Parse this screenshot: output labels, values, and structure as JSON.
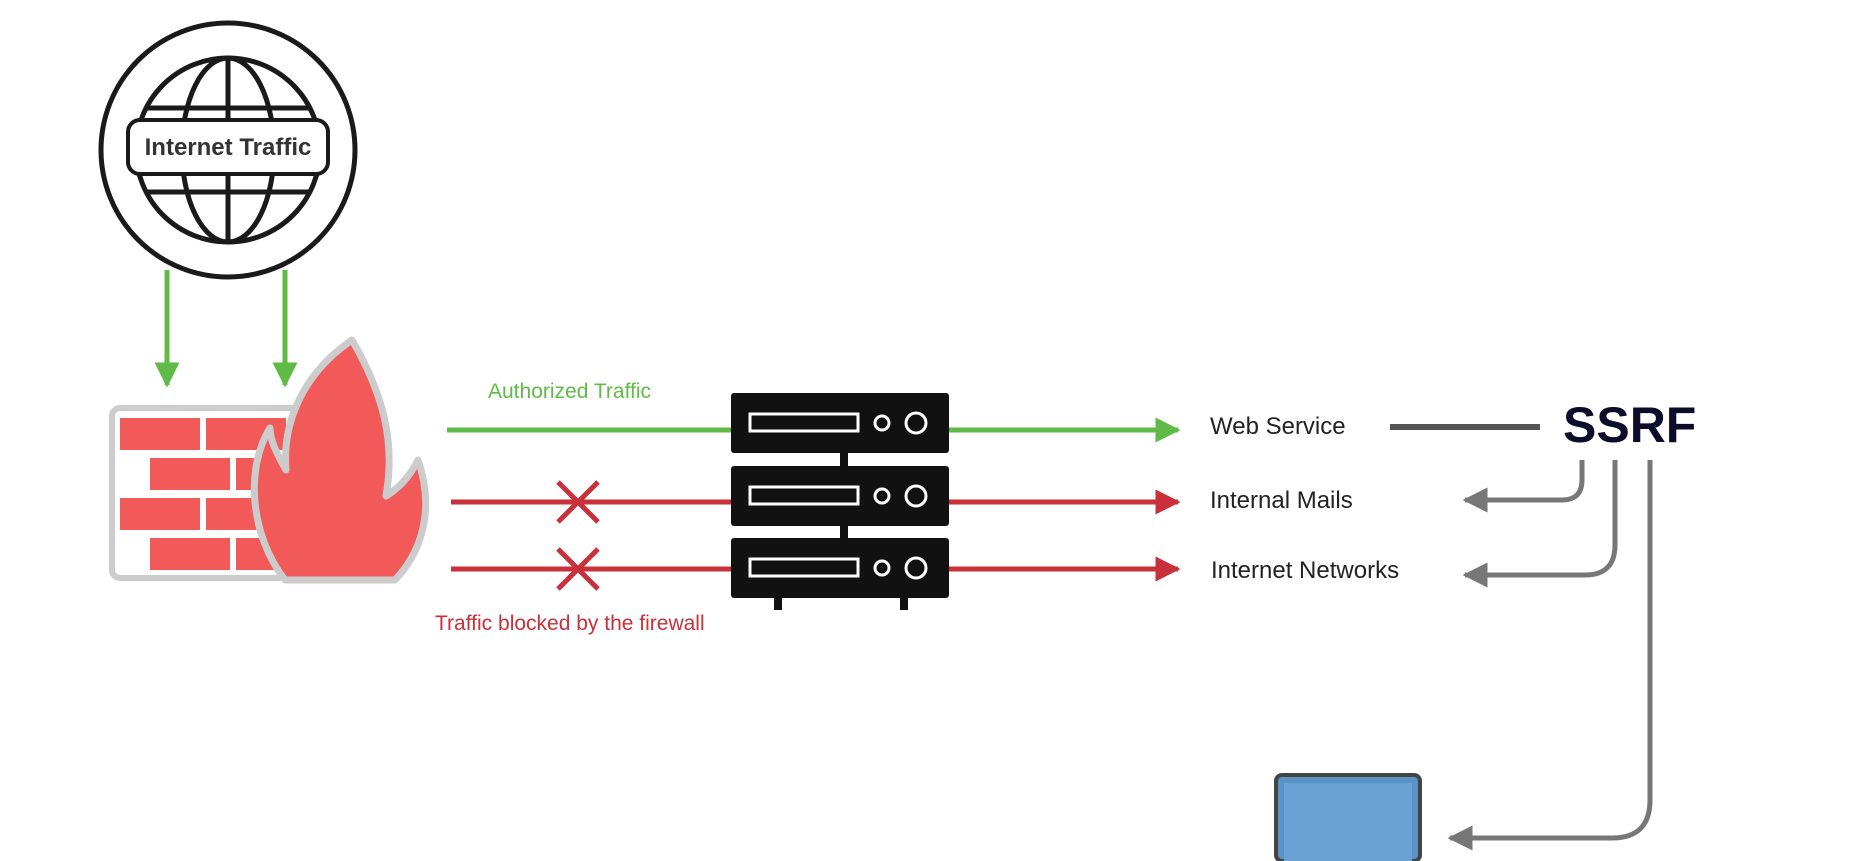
{
  "globe": {
    "label": "Internet Traffic",
    "icon": "globe-icon"
  },
  "firewall": {
    "icon": "firewall-icon"
  },
  "server": {
    "icon": "server-rack-icon"
  },
  "labels": {
    "authorized": "Authorized Traffic",
    "blocked": "Traffic blocked by the firewall"
  },
  "destinations": [
    {
      "label": "Web Service"
    },
    {
      "label": "Internal Mails"
    },
    {
      "label": "Internet Networks"
    }
  ],
  "ssrf": {
    "label": "SSRF"
  },
  "laptop": {
    "icon": "laptop-icon"
  },
  "colors": {
    "allowed": "#5fbb46",
    "blocked": "#c8303a",
    "ssrf_path": "#777777",
    "firewall_brick": "#f25a5a",
    "server": "#111111",
    "laptop_screen": "#5b93c6"
  }
}
